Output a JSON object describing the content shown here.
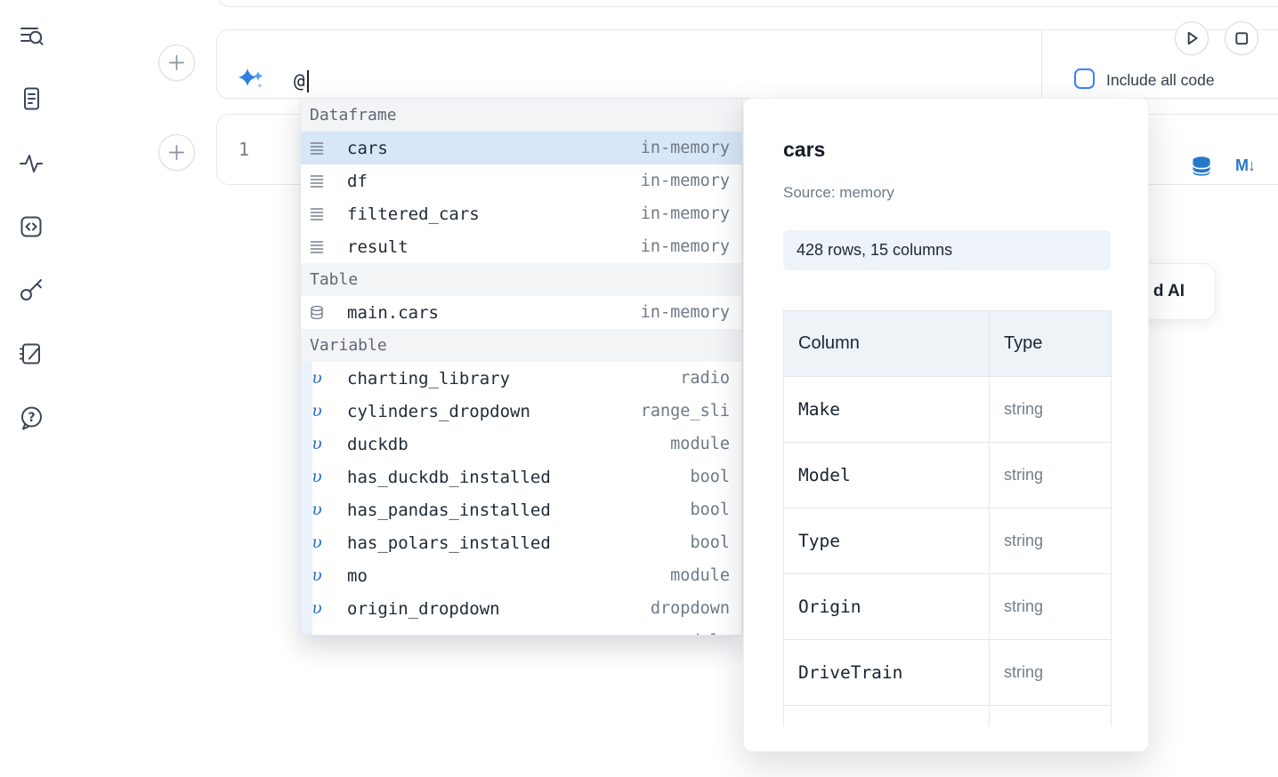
{
  "colors": {
    "accent_blue": "#2b7cd3",
    "selection": "#d7e7f8",
    "checkbox_border": "#3b82f6"
  },
  "ai_prompt": {
    "value": "@",
    "include_all_code_label": "Include all code"
  },
  "cells": {
    "code_line_number": "1",
    "markdown_icon_text": "M↓"
  },
  "ai_card": {
    "visible_label": "d AI"
  },
  "autocomplete": {
    "variable_icon_glyph": "υ",
    "sections": [
      {
        "label": "Dataframe",
        "items": [
          {
            "name": "cars",
            "type": "in-memory",
            "selected": true
          },
          {
            "name": "df",
            "type": "in-memory"
          },
          {
            "name": "filtered_cars",
            "type": "in-memory"
          },
          {
            "name": "result",
            "type": "in-memory"
          }
        ]
      },
      {
        "label": "Table",
        "items": [
          {
            "name": "main.cars",
            "type": "in-memory"
          }
        ]
      },
      {
        "label": "Variable",
        "items": [
          {
            "name": "charting_library",
            "type": "radio"
          },
          {
            "name": "cylinders_dropdown",
            "type": "range_sli"
          },
          {
            "name": "duckdb",
            "type": "module"
          },
          {
            "name": "has_duckdb_installed",
            "type": "bool"
          },
          {
            "name": "has_pandas_installed",
            "type": "bool"
          },
          {
            "name": "has_polars_installed",
            "type": "bool"
          },
          {
            "name": "mo",
            "type": "module"
          },
          {
            "name": "origin_dropdown",
            "type": "dropdown"
          },
          {
            "name": "pd",
            "type": "module"
          }
        ]
      }
    ]
  },
  "detail_panel": {
    "title": "cars",
    "source": "Source: memory",
    "shape_badge": "428 rows, 15 columns",
    "table": {
      "headers": [
        "Column",
        "Type"
      ],
      "rows": [
        {
          "column": "Make",
          "type": "string"
        },
        {
          "column": "Model",
          "type": "string"
        },
        {
          "column": "Type",
          "type": "string"
        },
        {
          "column": "Origin",
          "type": "string"
        },
        {
          "column": "DriveTrain",
          "type": "string"
        }
      ]
    }
  }
}
